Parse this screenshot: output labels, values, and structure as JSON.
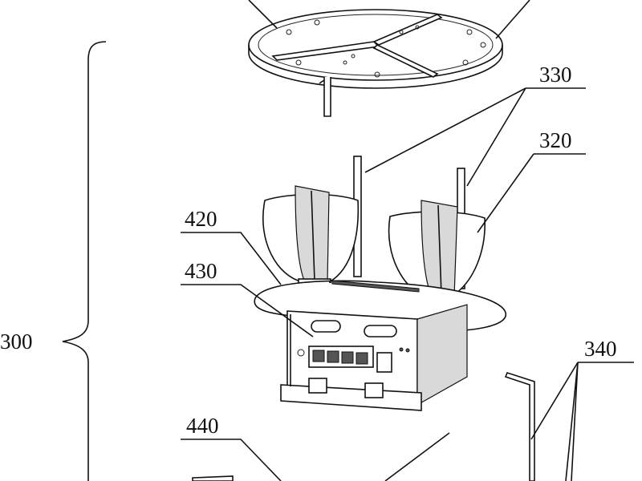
{
  "labels": {
    "l300": "300",
    "l330": "330",
    "l320": "320",
    "l420": "420",
    "l430": "430",
    "l340": "340",
    "l440": "440"
  }
}
